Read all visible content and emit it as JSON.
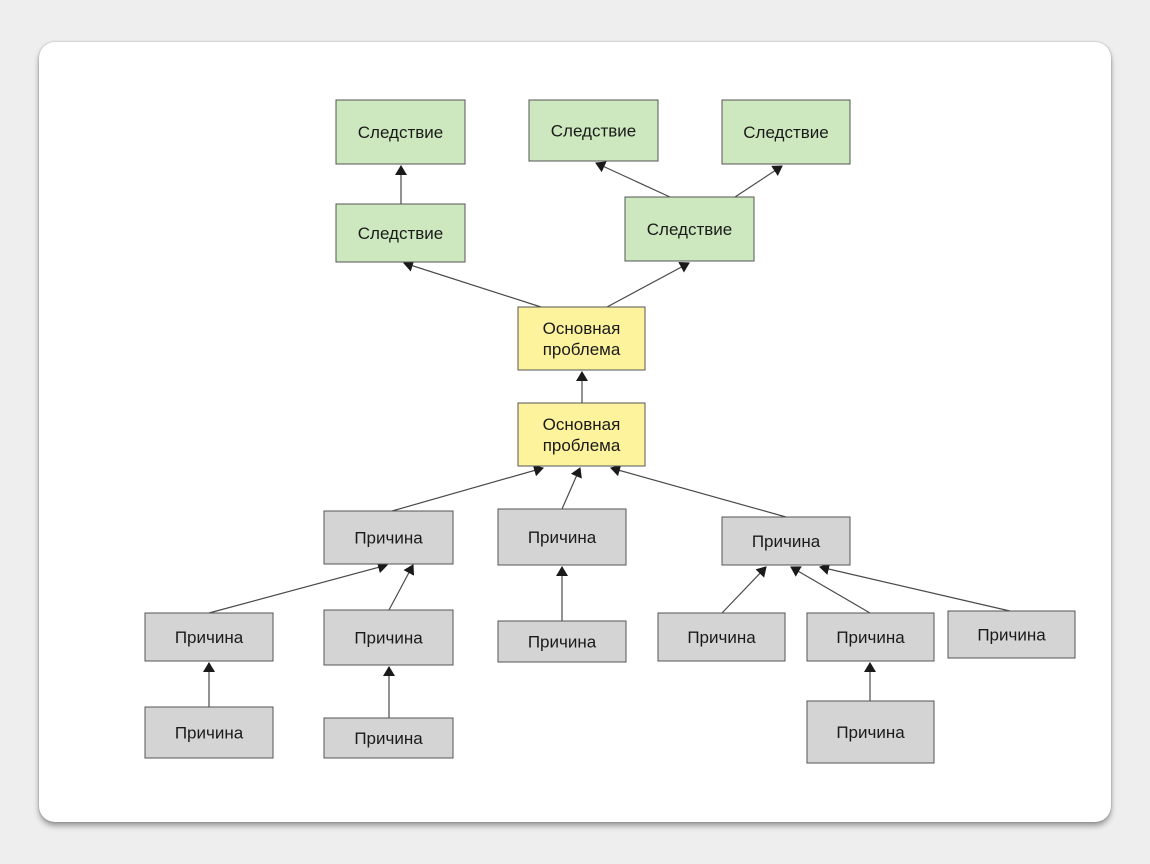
{
  "colors": {
    "effect_fill": "#cde8bf",
    "core_problem_fill": "#fdf39d",
    "cause_fill": "#d4d4d4",
    "border": "#555555",
    "arrow": "#4a4a4a"
  },
  "nodes": [
    {
      "id": "effect-1",
      "kind": "effect",
      "lines": [
        "Следствие"
      ]
    },
    {
      "id": "effect-2",
      "kind": "effect",
      "lines": [
        "Следствие"
      ]
    },
    {
      "id": "effect-3",
      "kind": "effect",
      "lines": [
        "Следствие"
      ]
    },
    {
      "id": "effect-4",
      "kind": "effect",
      "lines": [
        "Следствие"
      ]
    },
    {
      "id": "effect-5",
      "kind": "effect",
      "lines": [
        "Следствие"
      ]
    },
    {
      "id": "core-1",
      "kind": "core",
      "lines": [
        "Основная",
        "проблема"
      ]
    },
    {
      "id": "core-2",
      "kind": "core",
      "lines": [
        "Основная",
        "проблема"
      ]
    },
    {
      "id": "cause-1",
      "kind": "cause",
      "lines": [
        "Причина"
      ]
    },
    {
      "id": "cause-2",
      "kind": "cause",
      "lines": [
        "Причина"
      ]
    },
    {
      "id": "cause-3",
      "kind": "cause",
      "lines": [
        "Причина"
      ]
    },
    {
      "id": "cause-4",
      "kind": "cause",
      "lines": [
        "Причина"
      ]
    },
    {
      "id": "cause-5",
      "kind": "cause",
      "lines": [
        "Причина"
      ]
    },
    {
      "id": "cause-6",
      "kind": "cause",
      "lines": [
        "Причина"
      ]
    },
    {
      "id": "cause-7",
      "kind": "cause",
      "lines": [
        "Причина"
      ]
    },
    {
      "id": "cause-8",
      "kind": "cause",
      "lines": [
        "Причина"
      ]
    },
    {
      "id": "cause-9",
      "kind": "cause",
      "lines": [
        "Причина"
      ]
    },
    {
      "id": "cause-10",
      "kind": "cause",
      "lines": [
        "Причина"
      ]
    },
    {
      "id": "cause-11",
      "kind": "cause",
      "lines": [
        "Причина"
      ]
    },
    {
      "id": "cause-12",
      "kind": "cause",
      "lines": [
        "Причина"
      ]
    },
    {
      "id": "cause-13",
      "kind": "cause",
      "lines": [
        "Причина"
      ]
    }
  ],
  "edges": [
    {
      "from": "effect-2",
      "to": "effect-1"
    },
    {
      "from": "effect-5",
      "to": "effect-3"
    },
    {
      "from": "effect-5",
      "to": "effect-4"
    },
    {
      "from": "core-1",
      "to": "effect-2"
    },
    {
      "from": "core-1",
      "to": "effect-5"
    },
    {
      "from": "core-2",
      "to": "core-1"
    },
    {
      "from": "cause-1",
      "to": "core-2"
    },
    {
      "from": "cause-2",
      "to": "core-2"
    },
    {
      "from": "cause-3",
      "to": "core-2"
    },
    {
      "from": "cause-4",
      "to": "cause-1"
    },
    {
      "from": "cause-5",
      "to": "cause-1"
    },
    {
      "from": "cause-7",
      "to": "cause-2"
    },
    {
      "from": "cause-8",
      "to": "cause-3"
    },
    {
      "from": "cause-9",
      "to": "cause-3"
    },
    {
      "from": "cause-10",
      "to": "cause-3"
    },
    {
      "from": "cause-11",
      "to": "cause-4"
    },
    {
      "from": "cause-12",
      "to": "cause-5"
    },
    {
      "from": "cause-13",
      "to": "cause-9"
    }
  ]
}
